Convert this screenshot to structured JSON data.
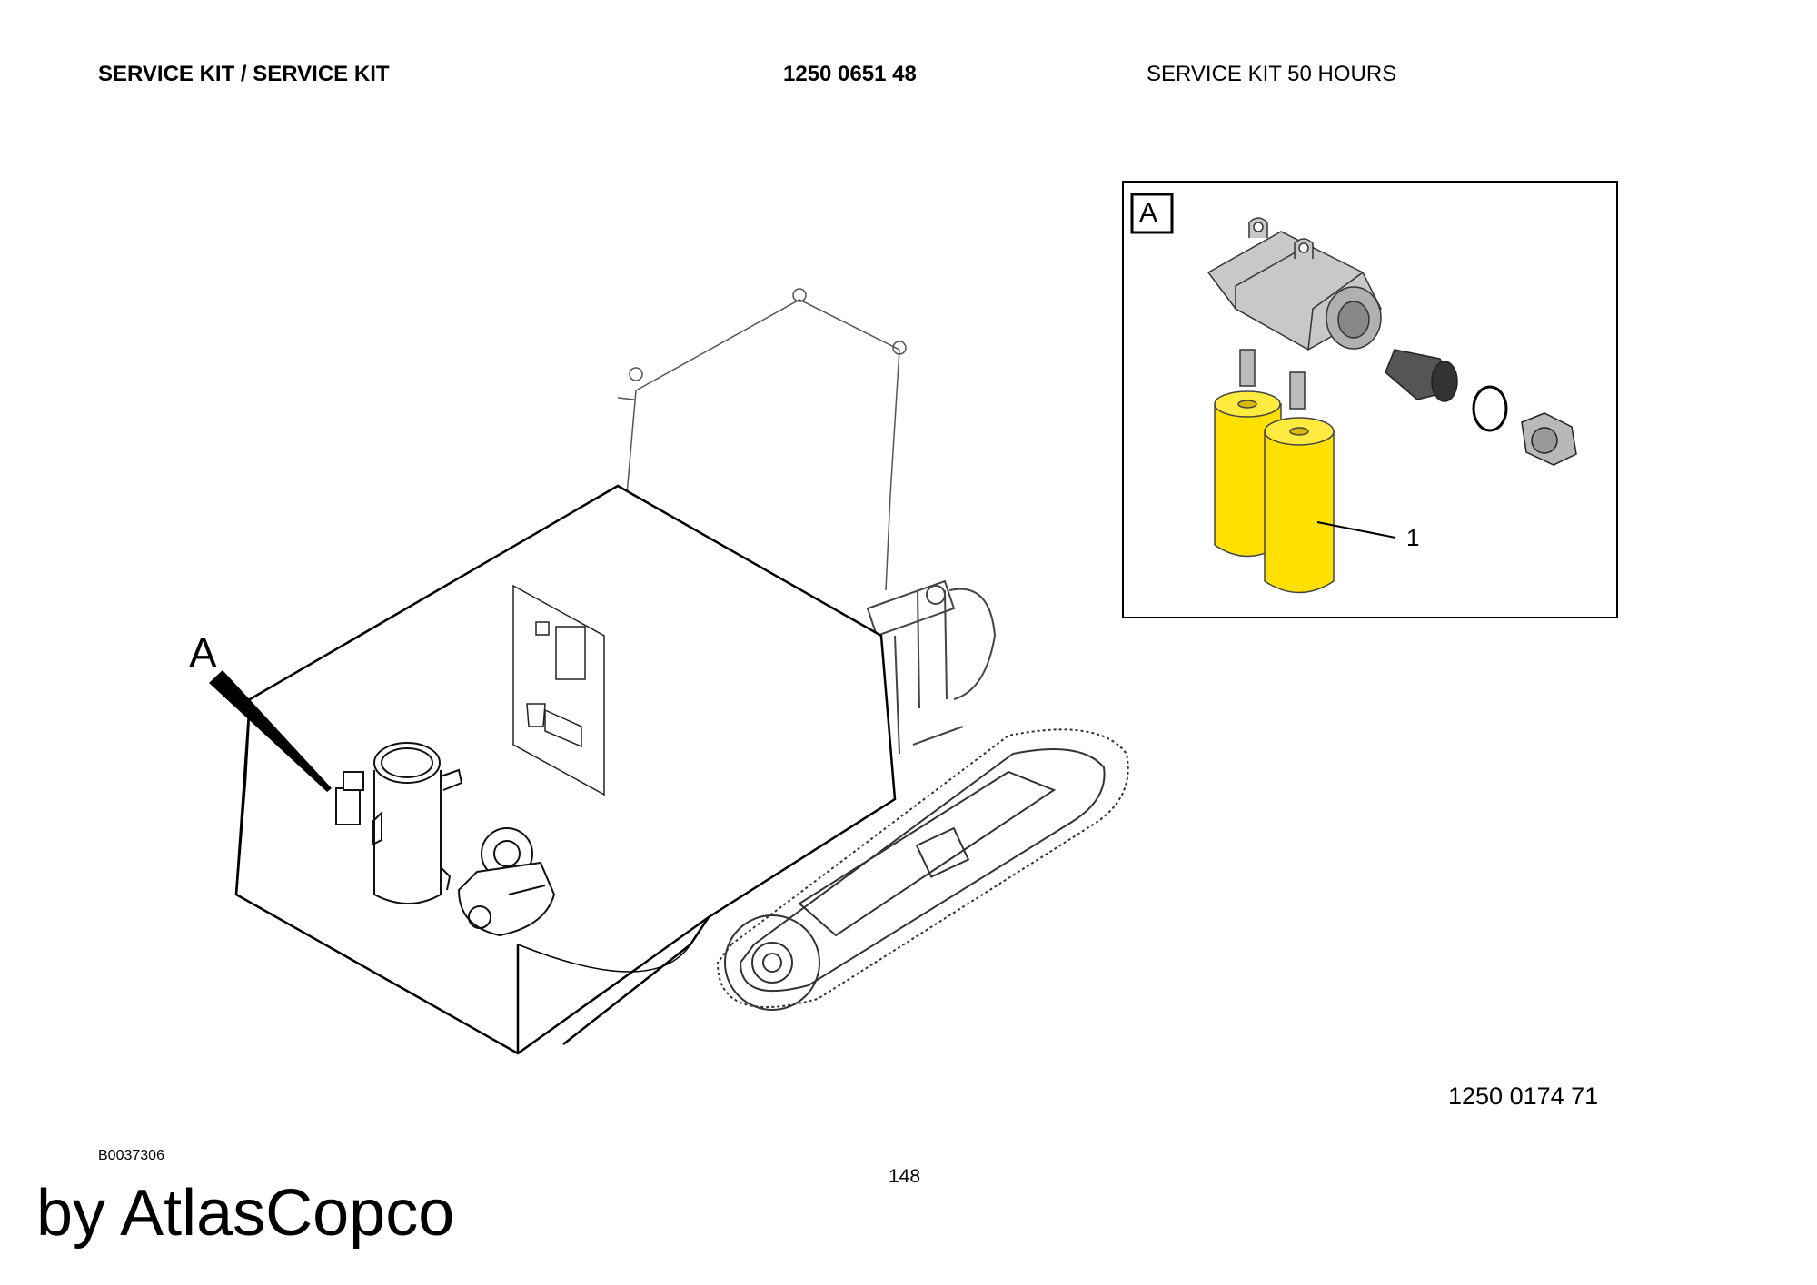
{
  "header": {
    "title": "SERVICE KIT / SERVICE KIT",
    "part_number": "1250 0651 48",
    "description": "SERVICE KIT 50 HOURS"
  },
  "drawing": {
    "callout_main": "A",
    "detail_label": "A",
    "item_number": "1",
    "drawing_number": "1250 0174 71",
    "colors": {
      "filter": "#FFE000",
      "housing": "#C8C8C8",
      "line": "#000000"
    }
  },
  "footer": {
    "doc_code": "B0037306",
    "page_number": "148",
    "watermark": "by AtlasCopco"
  }
}
